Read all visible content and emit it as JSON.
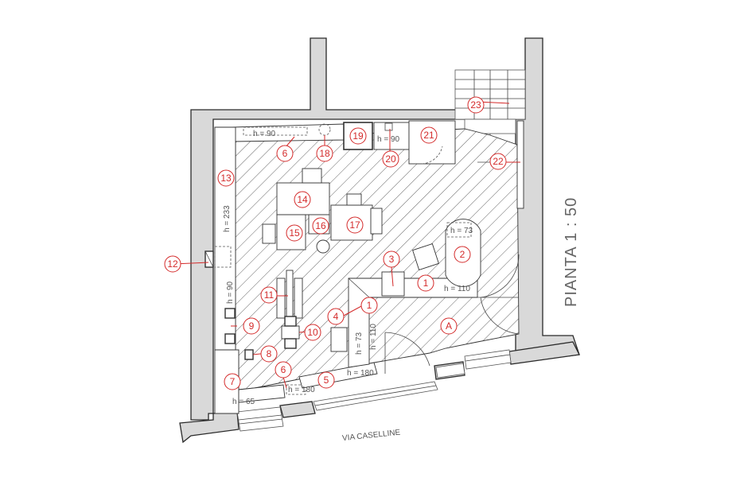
{
  "scale_label": "PIANTA 1 : 50",
  "street_label": "VIA CASELLINE",
  "tags": {
    "t1a": "1",
    "t1b": "1",
    "t2": "2",
    "t3": "3",
    "t4": "4",
    "t5": "5",
    "t6a": "6",
    "t6b": "6",
    "t7": "7",
    "t8": "8",
    "t9": "9",
    "t10": "10",
    "t11": "11",
    "t12": "12",
    "t13": "13",
    "t14": "14",
    "t15": "15",
    "t16": "16",
    "t17": "17",
    "t18": "18",
    "t19": "19",
    "t20": "20",
    "t21": "21",
    "t22": "22",
    "t23": "23",
    "tA": "A"
  },
  "heights": {
    "h90_top_a": "h = 90",
    "h90_top_b": "h = 90",
    "h233": "h = 233",
    "h90_left": "h = 90",
    "h73_table": "h = 73",
    "h110_counter": "h = 110",
    "h73_counter": "h = 73",
    "h110_counter_v": "h = 110",
    "h180_bottom": "h = 180",
    "h180_small": "h = 180",
    "h65": "h = 65"
  }
}
